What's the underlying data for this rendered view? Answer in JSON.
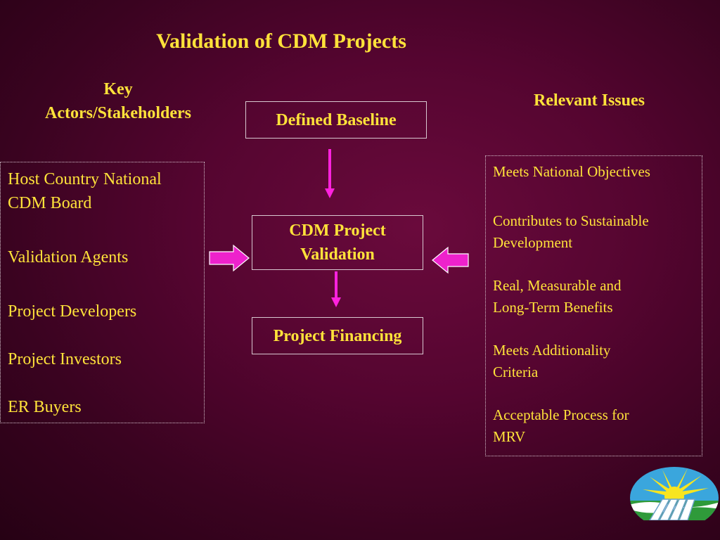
{
  "title": "Validation of CDM Projects",
  "headings": {
    "actors_line1": "Key",
    "actors_line2": "Actors/Stakeholders",
    "issues": "Relevant Issues"
  },
  "flow": {
    "baseline": "Defined Baseline",
    "validation_line1": "CDM Project",
    "validation_line2": "Validation",
    "financing": "Project Financing"
  },
  "actors": [
    "Host Country National",
    "CDM Board",
    "Validation Agents",
    "Project Developers",
    "Project Investors",
    "ER Buyers"
  ],
  "issues": [
    "Meets National Objectives",
    "Contributes to Sustainable",
    "Development",
    "Real, Measurable and",
    "Long-Term Benefits",
    "Meets Additionality",
    "Criteria",
    "Acceptable Process for",
    "MRV"
  ],
  "colors": {
    "text": "#ffe23a",
    "arrow": "#ff22dd",
    "border": "#d8c8d0"
  },
  "icons": {
    "logo": "sunrise-logo-icon"
  }
}
